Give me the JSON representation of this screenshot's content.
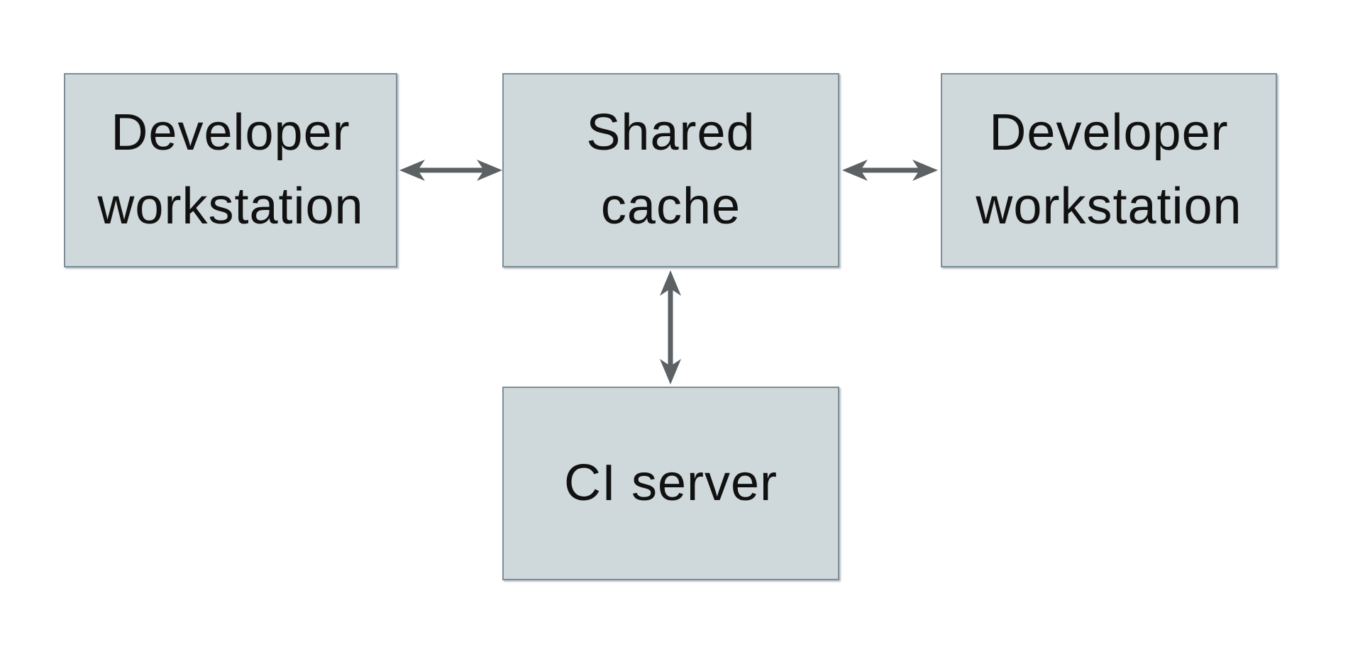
{
  "diagram": {
    "nodes": {
      "developer_workstation_left": {
        "line1": "Developer",
        "line2": "workstation"
      },
      "shared_cache": {
        "line1": "Shared",
        "line2": "cache"
      },
      "developer_workstation_right": {
        "line1": "Developer",
        "line2": "workstation"
      },
      "ci_server": {
        "line1": "CI server"
      }
    },
    "edges": [
      {
        "from": "developer_workstation_left",
        "to": "shared_cache",
        "direction": "bidirectional",
        "orientation": "horizontal"
      },
      {
        "from": "shared_cache",
        "to": "developer_workstation_right",
        "direction": "bidirectional",
        "orientation": "horizontal"
      },
      {
        "from": "shared_cache",
        "to": "ci_server",
        "direction": "bidirectional",
        "orientation": "vertical"
      }
    ],
    "colors": {
      "background": "#ffffff",
      "node_fill": "#cfd8da",
      "node_border": "#7d8e98",
      "arrow": "#5c6164",
      "text": "#111111"
    }
  }
}
